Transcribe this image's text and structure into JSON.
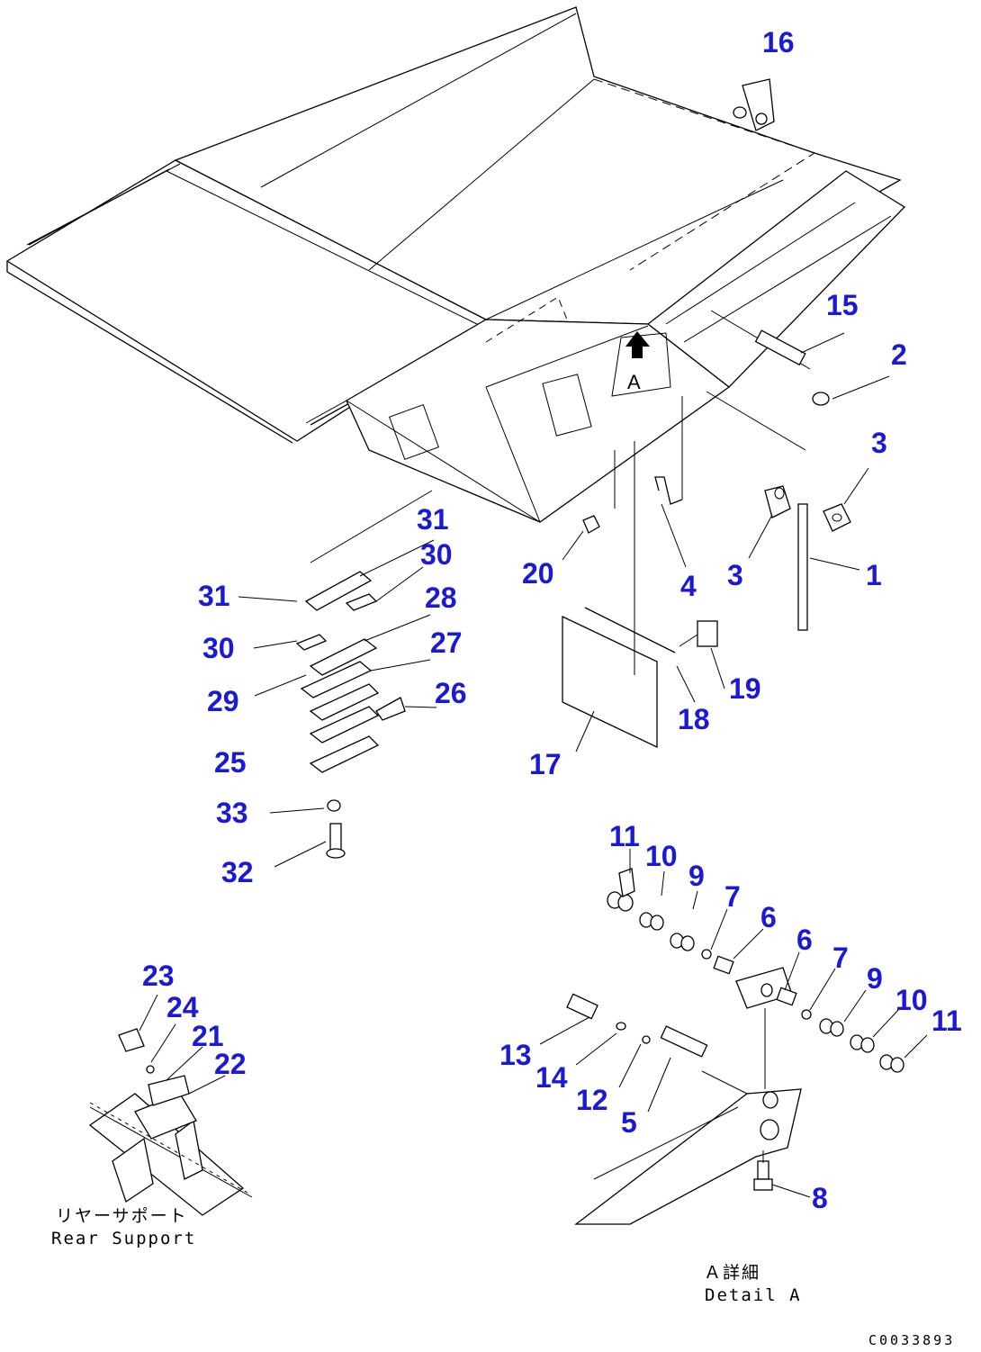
{
  "diagram": {
    "callout_color": "#1a1ad6",
    "callouts": [
      {
        "id": "16",
        "label": "16"
      },
      {
        "id": "15",
        "label": "15"
      },
      {
        "id": "2",
        "label": "2"
      },
      {
        "id": "3a",
        "label": "3"
      },
      {
        "id": "3b",
        "label": "3"
      },
      {
        "id": "1",
        "label": "1"
      },
      {
        "id": "4",
        "label": "4"
      },
      {
        "id": "20",
        "label": "20"
      },
      {
        "id": "31a",
        "label": "31"
      },
      {
        "id": "30a",
        "label": "30"
      },
      {
        "id": "31b",
        "label": "31"
      },
      {
        "id": "28",
        "label": "28"
      },
      {
        "id": "30b",
        "label": "30"
      },
      {
        "id": "27",
        "label": "27"
      },
      {
        "id": "29",
        "label": "29"
      },
      {
        "id": "26",
        "label": "26"
      },
      {
        "id": "25",
        "label": "25"
      },
      {
        "id": "33",
        "label": "33"
      },
      {
        "id": "32",
        "label": "32"
      },
      {
        "id": "19",
        "label": "19"
      },
      {
        "id": "18",
        "label": "18"
      },
      {
        "id": "17",
        "label": "17"
      },
      {
        "id": "11a",
        "label": "11"
      },
      {
        "id": "10a",
        "label": "10"
      },
      {
        "id": "9a",
        "label": "9"
      },
      {
        "id": "7a",
        "label": "7"
      },
      {
        "id": "6a",
        "label": "6"
      },
      {
        "id": "6b",
        "label": "6"
      },
      {
        "id": "7b",
        "label": "7"
      },
      {
        "id": "9b",
        "label": "9"
      },
      {
        "id": "10b",
        "label": "10"
      },
      {
        "id": "11b",
        "label": "11"
      },
      {
        "id": "13",
        "label": "13"
      },
      {
        "id": "14",
        "label": "14"
      },
      {
        "id": "12",
        "label": "12"
      },
      {
        "id": "5",
        "label": "5"
      },
      {
        "id": "8",
        "label": "8"
      },
      {
        "id": "23",
        "label": "23"
      },
      {
        "id": "24",
        "label": "24"
      },
      {
        "id": "21",
        "label": "21"
      },
      {
        "id": "22",
        "label": "22"
      }
    ],
    "rear_support": {
      "jp": "リヤーサポート",
      "en": "Rear Support"
    },
    "detail_a": {
      "jp": "Ａ詳細",
      "en": "Detail A"
    },
    "drawing_code": "C0033893"
  }
}
